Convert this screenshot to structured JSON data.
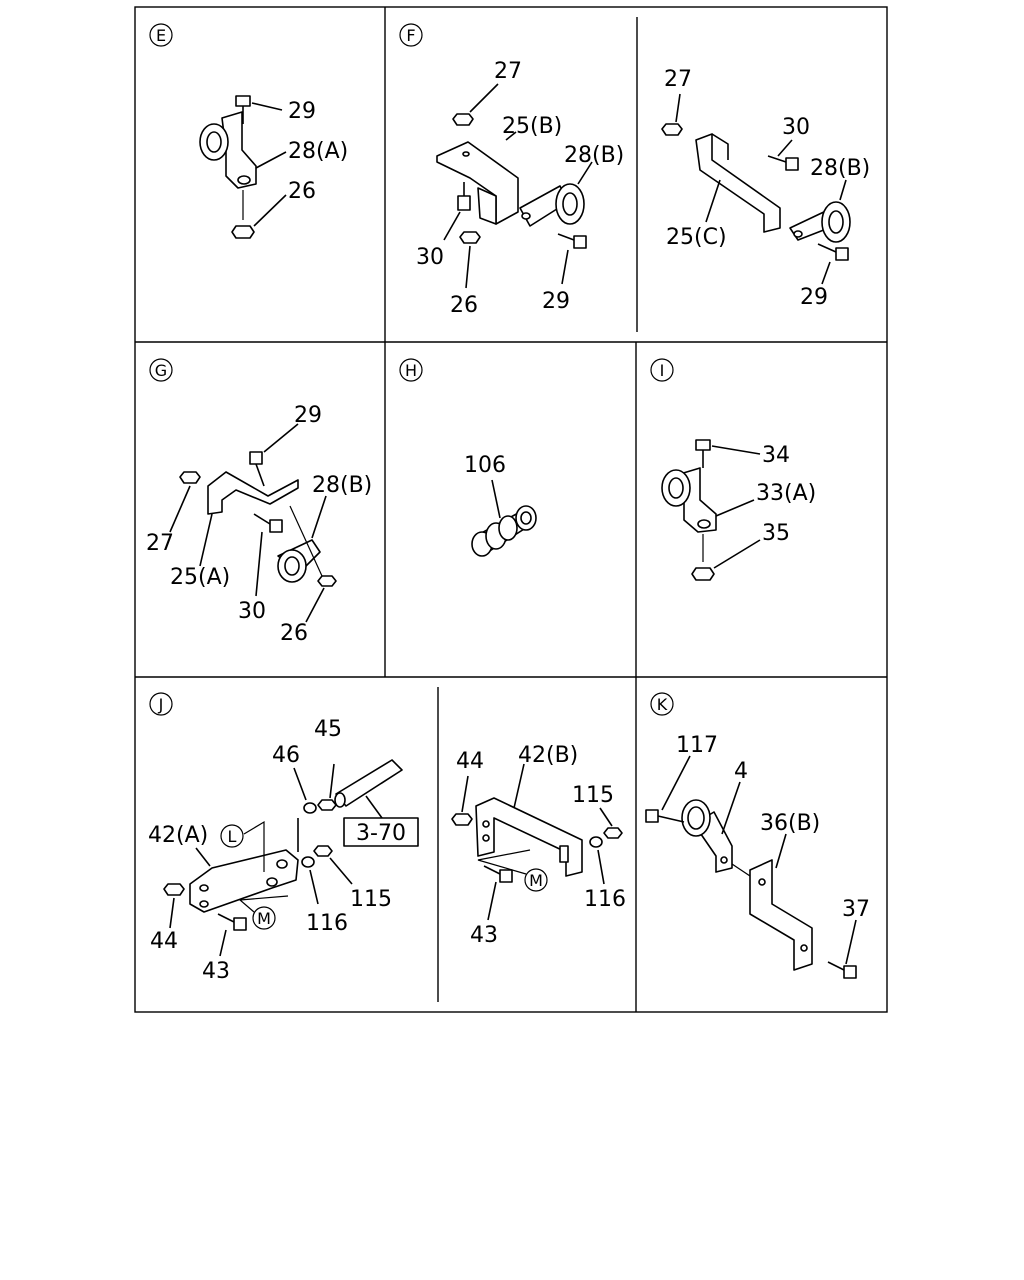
{
  "panels": {
    "E": {
      "tag": "E",
      "labels": [
        "29",
        "28(A)",
        "26"
      ]
    },
    "F": {
      "tag": "F",
      "labels": [
        "27",
        "25(B)",
        "28(B)",
        "30",
        "26",
        "29"
      ]
    },
    "F2": {
      "labels": [
        "27",
        "30",
        "28(B)",
        "25(C)",
        "29"
      ]
    },
    "G": {
      "tag": "G",
      "labels": [
        "29",
        "28(B)",
        "27",
        "25(A)",
        "30",
        "26"
      ]
    },
    "H": {
      "tag": "H",
      "labels": [
        "106"
      ]
    },
    "I": {
      "tag": "I",
      "labels": [
        "34",
        "33(A)",
        "35"
      ]
    },
    "J": {
      "tag": "J",
      "labels": [
        "46",
        "45",
        "42(A)",
        "115",
        "116",
        "44",
        "43"
      ],
      "ref_box": "3-70",
      "markers": [
        "L",
        "M"
      ]
    },
    "J2": {
      "labels": [
        "44",
        "42(B)",
        "115",
        "116",
        "43"
      ],
      "markers": [
        "M"
      ]
    },
    "K": {
      "tag": "K",
      "labels": [
        "117",
        "4",
        "36(B)",
        "37"
      ]
    }
  }
}
